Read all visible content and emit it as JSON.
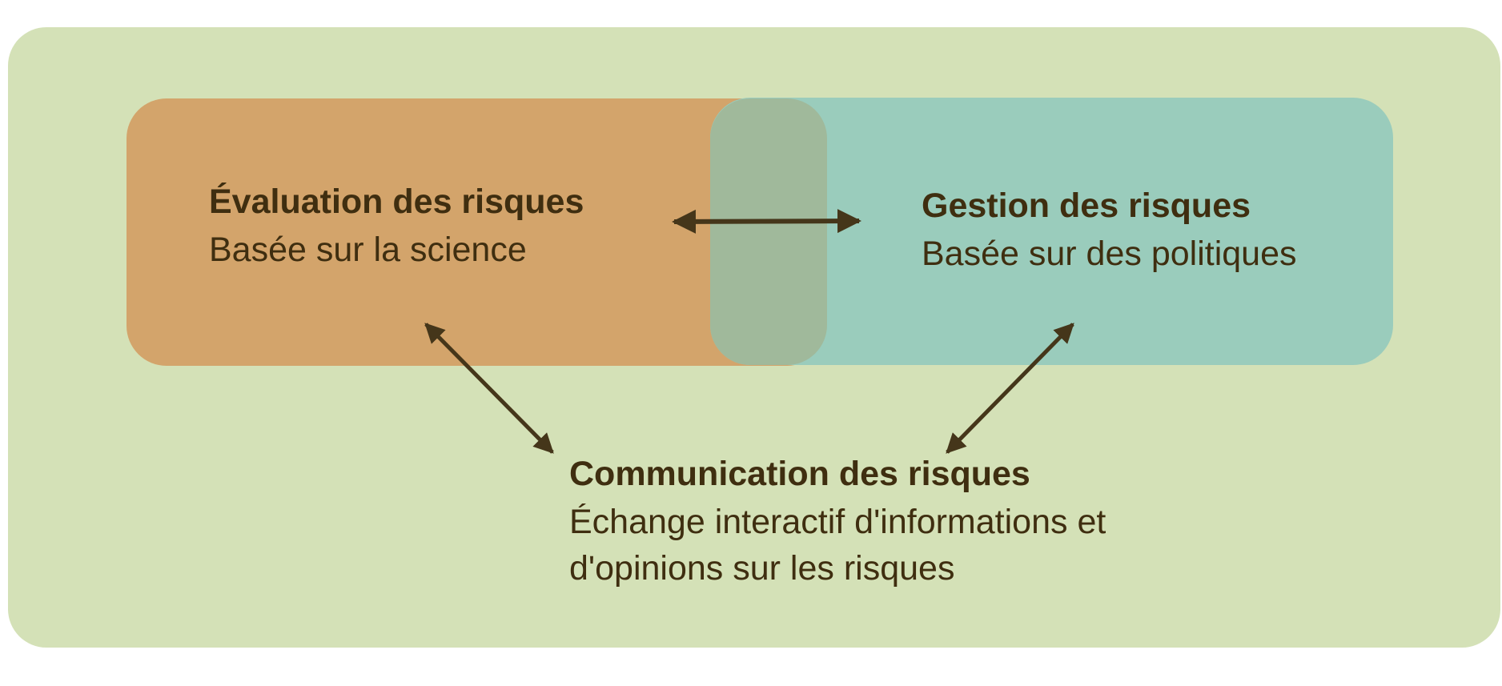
{
  "colors": {
    "background": "#d4e1b7",
    "assessment": "#d3a46b",
    "management": "#9accbc",
    "overlap": "#a0b99b",
    "text": "#3f2e10"
  },
  "assessment": {
    "title": "Évaluation des risques",
    "subtitle": "Basée sur la science"
  },
  "management": {
    "title": "Gestion des risques",
    "subtitle": "Basée sur des politiques"
  },
  "communication": {
    "title": "Communication des risques",
    "line1": "Échange interactif d'informations et",
    "line2": "d'opinions sur les risques"
  }
}
